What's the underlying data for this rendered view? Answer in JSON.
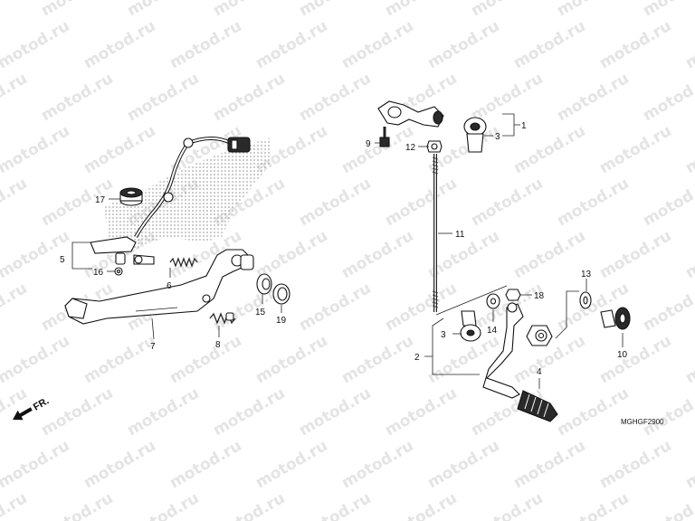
{
  "watermark_text": "motod.ru",
  "diagram_code": "MGHGF2900",
  "direction_label": "FR.",
  "callouts": {
    "c1": "1",
    "c2": "2",
    "c3a": "3",
    "c3b": "3",
    "c4": "4",
    "c5": "5",
    "c6": "6",
    "c7": "7",
    "c8": "8",
    "c9": "9",
    "c10": "10",
    "c11": "11",
    "c12": "12",
    "c13": "13",
    "c14": "14",
    "c15": "15",
    "c16": "16",
    "c17": "17",
    "c18": "18",
    "c19": "19"
  },
  "colors": {
    "line": "#111111",
    "watermark": "#e4e4e4",
    "frame_hatch": "#b0b0b0"
  }
}
